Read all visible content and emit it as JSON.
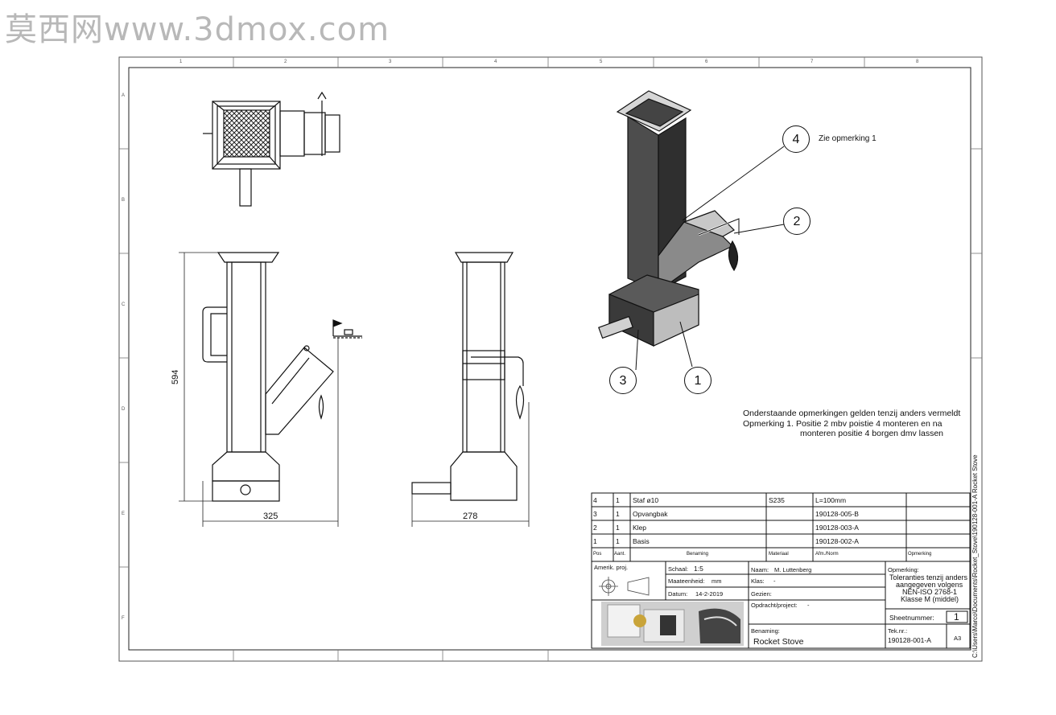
{
  "watermark": "莫西网www.3dmox.com",
  "zones": {
    "columns": [
      "1",
      "2",
      "3",
      "4",
      "5",
      "6",
      "7",
      "8"
    ],
    "rows": [
      "A",
      "B",
      "C",
      "D",
      "E",
      "F"
    ]
  },
  "dimensions": {
    "height": "594",
    "width_front": "325",
    "width_side": "278"
  },
  "balloons": [
    "1",
    "2",
    "3",
    "4"
  ],
  "balloon_note": "Zie opmerking 1",
  "notes": {
    "line1": "Onderstaande opmerkingen gelden tenzij anders vermeldt",
    "line2": "Opmerking  1.   Positie 2 mbv poistie 4 monteren en na",
    "line3": "monteren positie 4 borgen dmv lassen"
  },
  "bom": {
    "headers": [
      "Pos",
      "Aant.",
      "Benaming",
      "Materiaal",
      "Afm./Norm",
      "Opmerking"
    ],
    "rows": [
      [
        "4",
        "1",
        "Staf ø10",
        "S235",
        "L=100mm",
        ""
      ],
      [
        "3",
        "1",
        "Opvangbak",
        "",
        "190128-005-B",
        ""
      ],
      [
        "2",
        "1",
        "Klep",
        "",
        "190128-003-A",
        ""
      ],
      [
        "1",
        "1",
        "Basis",
        "",
        "190128-002-A",
        ""
      ]
    ]
  },
  "titleblock": {
    "projection_label": "Amerik. proj.",
    "schaal_label": "Schaal:",
    "schaal_value": "1:5",
    "maat_label": "Maateenheid:",
    "maat_value": "mm",
    "datum_label": "Datum:",
    "datum_value": "14-2-2019",
    "naam_label": "Naam:",
    "naam_value": "M. Luttenberg",
    "klas_label": "Klas:",
    "klas_value": "-",
    "gezien_label": "Gezien:",
    "opdracht_label": "Opdracht/project:",
    "opdracht_value": "-",
    "opmerking_label": "Opmerking:",
    "opmerking_value": [
      "Toleranties tenzij anders",
      "aangegeven volgens",
      "NEN-ISO 2768-1",
      "Klasse M (middel)"
    ],
    "sheet_label": "Sheetnummer:",
    "sheet_value": "1",
    "benaming_label": "Benaming:",
    "benaming_value": "Rocket Stove",
    "teknr_label": "Tek.nr.:",
    "teknr_value": "190128-001-A",
    "format": "A3",
    "path": "C:\\Users\\Marco\\Documents\\Rocket_Stove\\190128-001-A Rocket Stove"
  }
}
